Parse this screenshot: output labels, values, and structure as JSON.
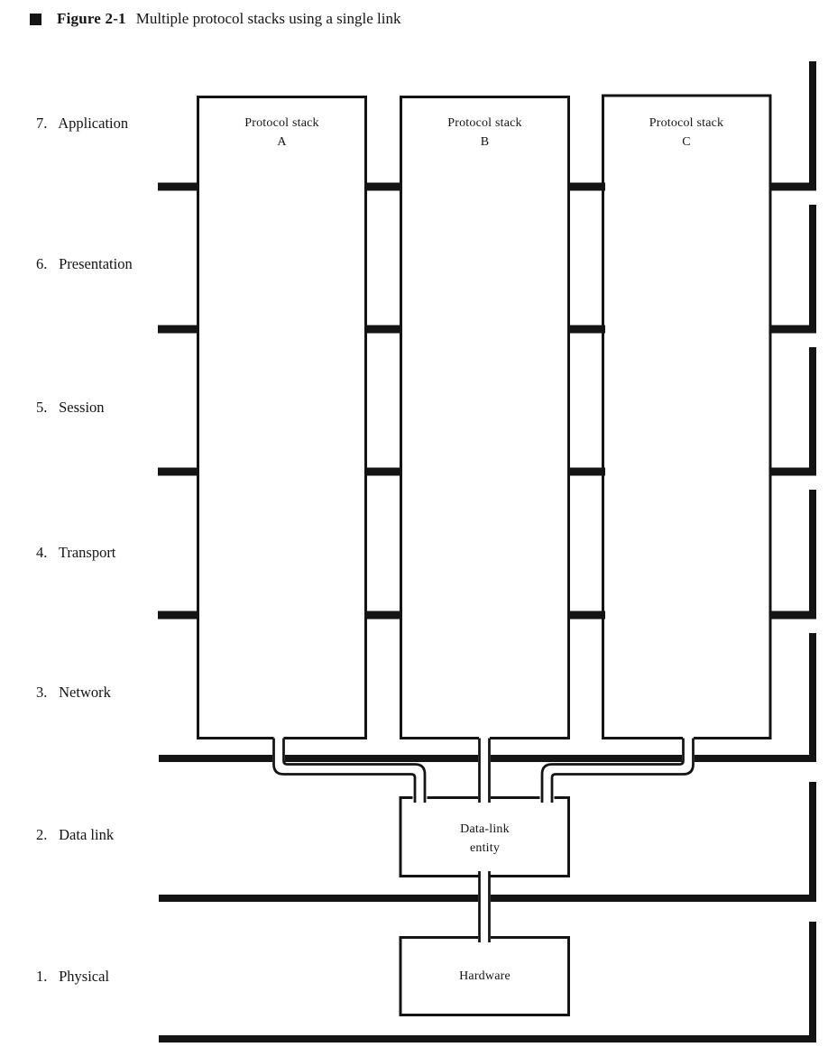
{
  "colors": {
    "ink": "#141414",
    "paper": "#ffffff"
  },
  "figure_header": {
    "label": "Figure 2-1",
    "caption": "Multiple protocol stacks using a single link"
  },
  "osi_layers": [
    {
      "number": "7.",
      "name": "Application"
    },
    {
      "number": "6.",
      "name": "Presentation"
    },
    {
      "number": "5.",
      "name": "Session"
    },
    {
      "number": "4.",
      "name": "Transport"
    },
    {
      "number": "3.",
      "name": "Network"
    },
    {
      "number": "2.",
      "name": "Data link"
    },
    {
      "number": "1.",
      "name": "Physical"
    }
  ],
  "protocol_stacks": [
    {
      "line1": "Protocol stack",
      "line2": "A"
    },
    {
      "line1": "Protocol stack",
      "line2": "B"
    },
    {
      "line1": "Protocol stack",
      "line2": "C"
    }
  ],
  "data_link_entity": {
    "line1": "Data-link",
    "line2": "entity"
  },
  "hardware": {
    "label": "Hardware"
  }
}
